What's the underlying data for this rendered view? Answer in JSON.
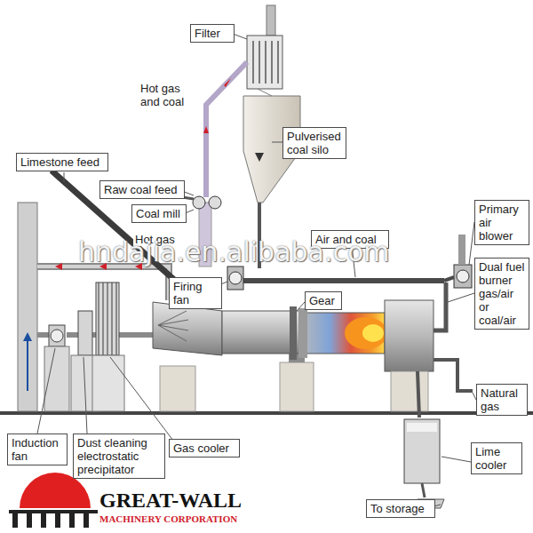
{
  "diagram": {
    "nodes": [
      {
        "text": [
          "Filter"
        ]
      },
      {
        "text": [
          "Pulverised coal silo"
        ]
      },
      {
        "text": [
          "Limestone feed"
        ]
      },
      {
        "text": [
          "Raw coal feed"
        ]
      },
      {
        "text": [
          "Coal mill"
        ]
      },
      {
        "text": [
          "Air and coal"
        ]
      },
      {
        "text": [
          "Primary air blower"
        ]
      },
      {
        "text": [
          "Firing fan"
        ]
      },
      {
        "text": [
          "Gear"
        ]
      },
      {
        "text": [
          "Dual fuel burner gas/air or coal/air"
        ]
      },
      {
        "text": [
          "Natural gas"
        ]
      },
      {
        "text": [
          "Lime cooler"
        ]
      },
      {
        "text": [
          "To storage"
        ]
      },
      {
        "text": [
          "Induction fan"
        ]
      },
      {
        "text": [
          "Dust cleaning electrostatic precipitator"
        ]
      },
      {
        "text": [
          "Gas cooler"
        ]
      }
    ],
    "labels": [
      "Hot gas and coal",
      "Hot gas",
      "hndajia.en.alibaba.com",
      "GREAT-WALL",
      "MACHINERY CORPORATION"
    ]
  }
}
